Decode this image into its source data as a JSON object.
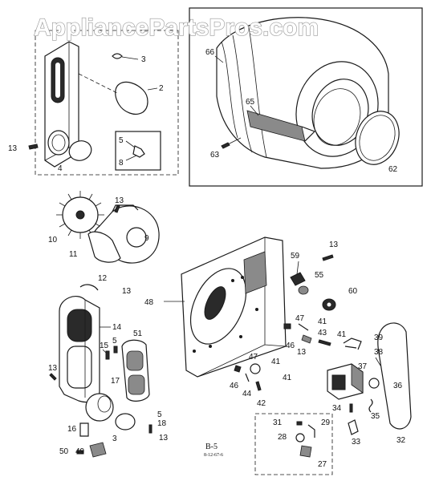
{
  "watermark": "AppliancePartsPros.com",
  "caption": "B-5",
  "caption_sub": "8-12-67-6",
  "labels": {
    "p2": "2",
    "p3": "3",
    "p4": "4",
    "p5a": "5",
    "p8": "8",
    "p13a": "13",
    "p66": "66",
    "p65": "65",
    "p63": "63",
    "p62": "62",
    "p10": "10",
    "p11": "11",
    "p9": "9",
    "p13b": "13",
    "p12": "12",
    "p13c": "13",
    "p14": "14",
    "p51": "51",
    "p15": "15",
    "p5b": "5",
    "p13d": "13",
    "p17": "17",
    "p5c": "5",
    "p18": "18",
    "p13e": "13",
    "p16": "16",
    "p3b": "3",
    "p50": "50",
    "p49": "49",
    "p48": "48",
    "p13f": "13",
    "p59": "59",
    "p55": "55",
    "p60": "60",
    "p47a": "47",
    "p41a": "41",
    "p43": "43",
    "p46a": "46",
    "p41b": "41",
    "p39": "39",
    "p47b": "47",
    "p41c": "41",
    "p13g": "13",
    "p38": "38",
    "p46b": "46",
    "p44": "44",
    "p42": "42",
    "p37": "37",
    "p36": "36",
    "p34": "34",
    "p35": "35",
    "p31": "31",
    "p29": "29",
    "p28": "28",
    "p33": "33",
    "p32": "32",
    "p27": "27"
  }
}
